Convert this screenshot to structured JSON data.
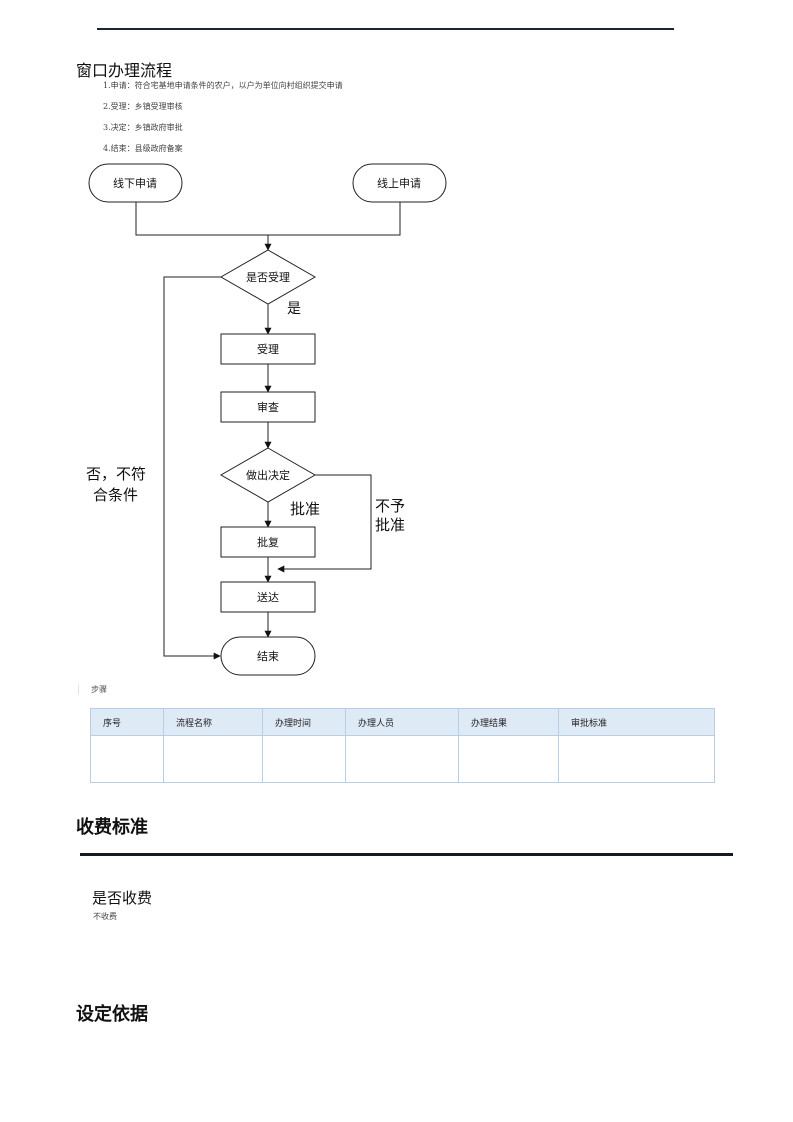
{
  "window_process": {
    "title": "窗口办理流程",
    "steps": [
      "1.申请：符合宅基地申请条件的农户，以户为单位向村组织提交申请",
      "2.受理：乡镇受理审核",
      "3.决定：乡镇政府审批",
      "4.结束：县级政府备案"
    ]
  },
  "flowchart": {
    "offline_apply": "线下申请",
    "online_apply": "线上申请",
    "accept_decision": "是否受理",
    "yes_label": "是",
    "no_label_line1": "否，不符",
    "no_label_line2": "合条件",
    "accept": "受理",
    "review": "审查",
    "make_decision": "做出决定",
    "approve_label": "批准",
    "reject_label_line1": "不予",
    "reject_label_line2": "批准",
    "reply": "批复",
    "deliver": "送达",
    "end": "结束"
  },
  "steps_table": {
    "caption": "步骤",
    "headers": [
      "序号",
      "流程名称",
      "办理时间",
      "办理人员",
      "办理结果",
      "审批标准"
    ],
    "rows": [
      [
        "",
        "",
        "",
        "",
        "",
        ""
      ]
    ]
  },
  "fee": {
    "title": "收费标准",
    "question": "是否收费",
    "answer": "不收费"
  },
  "basis": {
    "title": "设定依据"
  }
}
